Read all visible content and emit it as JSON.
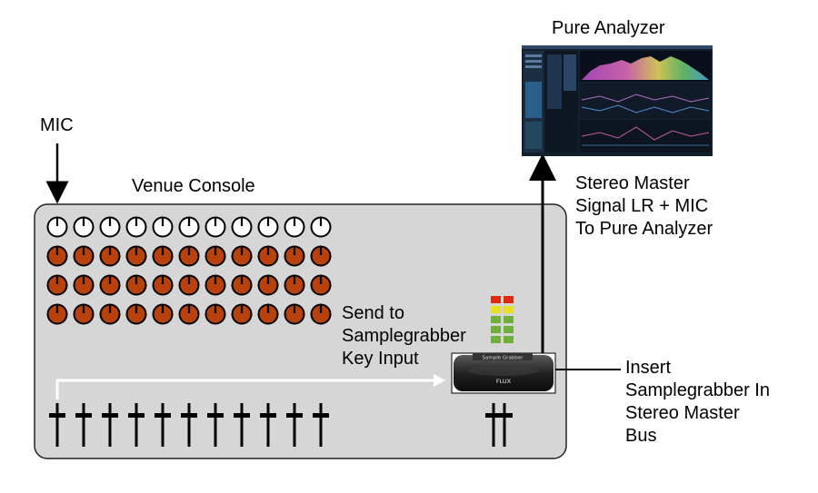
{
  "labels": {
    "mic": "MIC",
    "venue_console": "Venue Console",
    "pure_analyzer": "Pure Analyzer",
    "stereo_master_lines": [
      "Stereo Master",
      "Signal LR + MIC",
      "To Pure Analyzer"
    ],
    "send_lines": [
      "Send to",
      "Samplegrabber",
      "Key Input"
    ],
    "insert_lines": [
      "Insert",
      "Samplegrabber In",
      "Stereo Master",
      "Bus"
    ]
  },
  "device": {
    "title": "Sample Grabber",
    "brand": "FLUX"
  },
  "console": {
    "knob_columns": 11,
    "knob_rows": 4,
    "fader_channels": 11,
    "master_faders": 2,
    "meter_rows": [
      "red",
      "yellow",
      "green",
      "green",
      "green"
    ]
  },
  "colors": {
    "console_fill": "#d6d6d6",
    "knob_orange": "#b8410e",
    "meter_red": "#e02a10",
    "meter_yellow": "#e8e020",
    "meter_green": "#6fb03a",
    "arrow_white": "#ffffff",
    "analyzer_bg": "#14202e"
  }
}
